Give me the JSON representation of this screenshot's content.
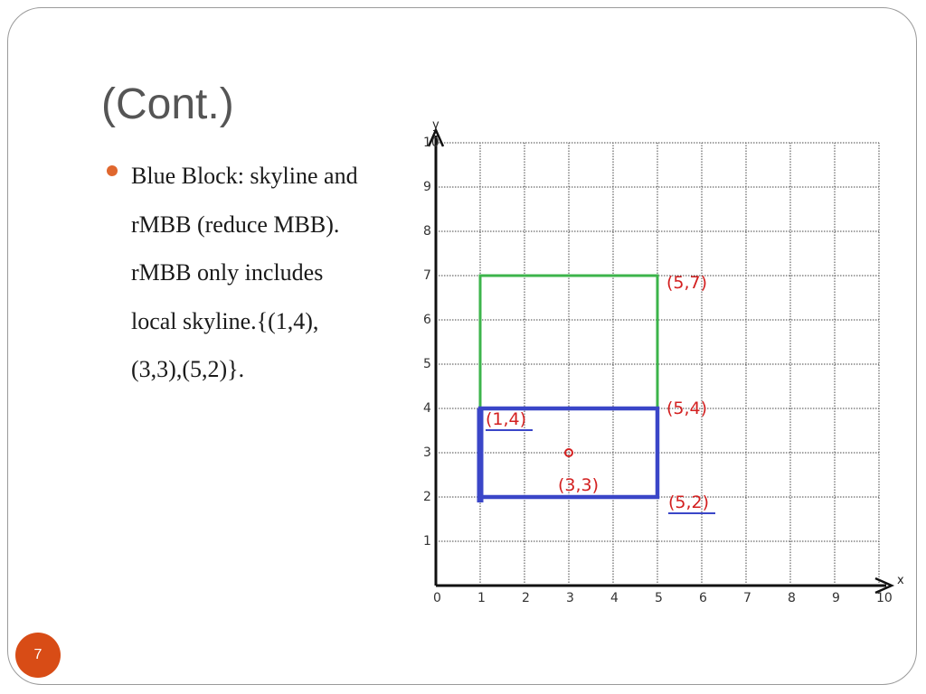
{
  "slide": {
    "title": "(Cont.)",
    "bullet_text": "Blue Block: skyline and rMBB (reduce MBB). rMBB only includes local skyline.{(1,4), (3,3),(5,2)}.",
    "page_number": "7"
  },
  "chart_data": {
    "type": "diagram",
    "axes": {
      "xlabel": "x",
      "ylabel": "y",
      "xlim": [
        0,
        10
      ],
      "ylim": [
        0,
        10
      ],
      "x_ticks": [
        "0",
        "1",
        "2",
        "3",
        "4",
        "5",
        "6",
        "7",
        "8",
        "9",
        "10"
      ],
      "y_ticks": [
        "1",
        "2",
        "3",
        "4",
        "5",
        "6",
        "7",
        "8",
        "9",
        "10"
      ],
      "grid": true
    },
    "rectangles": [
      {
        "name": "green",
        "x1": 1,
        "y1": 2,
        "x2": 5,
        "y2": 7,
        "color": "#3cb44b"
      },
      {
        "name": "blue",
        "x1": 1,
        "y1": 2,
        "x2": 5,
        "y2": 4,
        "color": "#3a46c8"
      }
    ],
    "points": [
      {
        "label": "(1,4)",
        "x": 1,
        "y": 4,
        "underline": true
      },
      {
        "label": "(3,3)",
        "x": 3,
        "y": 3,
        "underline": true,
        "marker": true
      },
      {
        "label": "(5,7)",
        "x": 5,
        "y": 7,
        "underline": false
      },
      {
        "label": "(5,4)",
        "x": 5,
        "y": 4,
        "underline": false
      },
      {
        "label": "(5,2)",
        "x": 5,
        "y": 2,
        "underline": true
      }
    ],
    "colors": {
      "label": "#d32020",
      "underline": "#3a46c8",
      "axis": "#111111",
      "grid": "#444444"
    }
  }
}
